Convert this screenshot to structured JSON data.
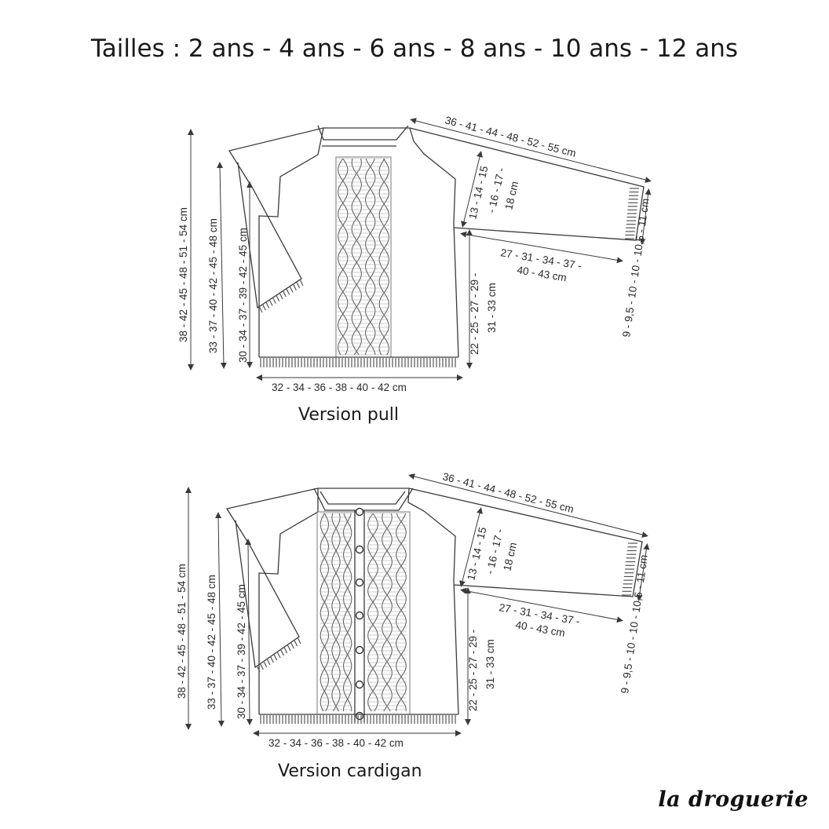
{
  "title": "Tailles : 2 ans - 4 ans - 6 ans - 8 ans - 10 ans - 12 ans",
  "brand": "la droguerie",
  "versions": [
    {
      "caption": "Version pull",
      "measures": {
        "sleeve_length": "36 - 41 - 44 - 48 - 52 - 55 cm",
        "armhole_line1": "13 - 14 - 15",
        "armhole_line2": "- 16 - 17 -",
        "armhole_line3": "18 cm",
        "sleeve_width_line1": "27 - 31 - 34 - 37 -",
        "sleeve_width_line2": "40 - 43 cm",
        "cuff": "9 - 9,5 - 10 - 10 - 10,5 - 11 cm",
        "side_line1": "22 - 25 - 27 - 29 -",
        "side_line2": "31 - 33 cm",
        "width": "32 - 34 - 36 - 38 - 40 - 42 cm",
        "total_length": "38 - 42 - 45 - 48 - 51 - 54 cm",
        "length2": "33 - 37 - 40 - 42 - 45 - 48 cm",
        "length3": "30 - 34 - 37 - 39 - 42 - 45 cm"
      }
    },
    {
      "caption": "Version cardigan",
      "measures": {
        "sleeve_length": "36 - 41 - 44 - 48 - 52 - 55 cm",
        "armhole_line1": "13 - 14 - 15",
        "armhole_line2": "- 16 - 17 -",
        "armhole_line3": "18 cm",
        "sleeve_width_line1": "27 - 31 - 34 - 37 -",
        "sleeve_width_line2": "40 - 43 cm",
        "cuff": "9 - 9,5 - 10 - 10 - 10,5 - 11 cm",
        "side_line1": "22 - 25 - 27 - 29 -",
        "side_line2": "31 - 33 cm",
        "width": "32 - 34 - 36 - 38 - 40 - 42 cm",
        "total_length": "38 - 42 - 45 - 48 - 51 - 54 cm",
        "length2": "33 - 37 - 40 - 42 - 45 - 48 cm",
        "length3": "30 - 34 - 37 - 39 - 42 - 45 cm"
      }
    }
  ]
}
